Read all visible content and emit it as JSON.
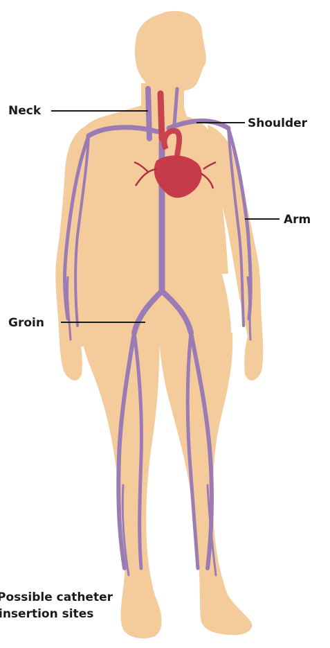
{
  "labels": {
    "neck": "Neck",
    "shoulder": "Shoulder",
    "arm": "Arm",
    "groin": "Groin"
  },
  "caption": {
    "line1": "Possible catheter",
    "line2": "insertion sites"
  },
  "colors": {
    "skin": "#f4cc9c",
    "vein": "#9b7bb4",
    "vein_dark": "#7e5c9a",
    "heart": "#c73a4a",
    "artery": "#c9424f"
  }
}
